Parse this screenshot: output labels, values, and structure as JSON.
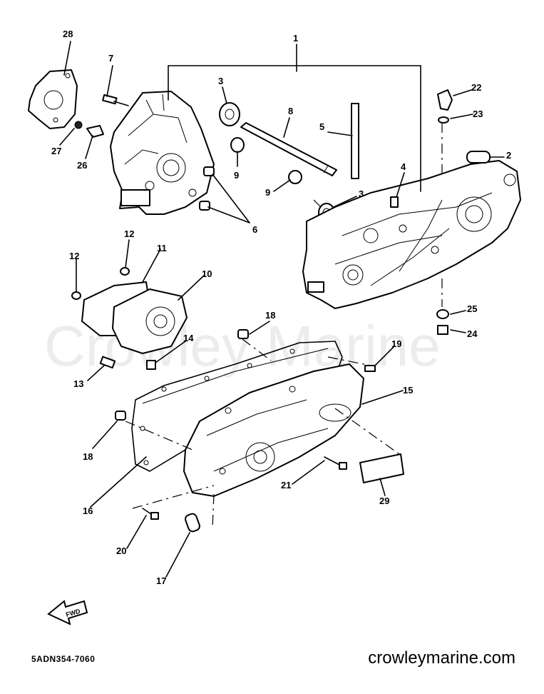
{
  "watermark": "Crowley Marine",
  "website": "crowleymarine.com",
  "diagram_code": "5ADN354-7060",
  "fwd_label": "FWD",
  "callouts": [
    "28",
    "7",
    "1",
    "3",
    "8",
    "5",
    "22",
    "23",
    "2",
    "27",
    "26",
    "9",
    "9",
    "4",
    "3",
    "6",
    "12",
    "11",
    "10",
    "12",
    "18",
    "14",
    "19",
    "25",
    "24",
    "13",
    "15",
    "18",
    "16",
    "21",
    "29",
    "20",
    "17"
  ]
}
